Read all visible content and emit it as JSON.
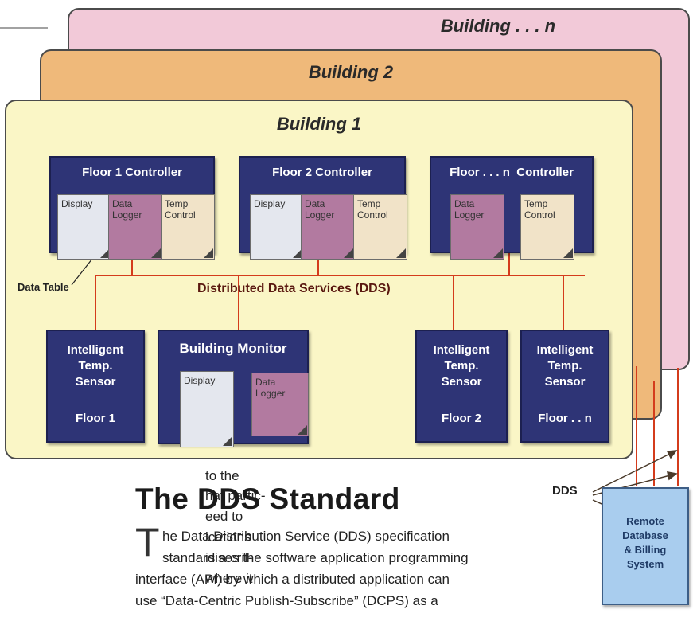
{
  "buildings": {
    "back_title": "Building . . . n",
    "middle_title": "Building 2",
    "front_title": "Building 1"
  },
  "colors": {
    "building_n": "#f2c9d8",
    "building_2": "#efb97a",
    "building_1": "#faf6c6",
    "node": "#2e3476",
    "dds_line": "#d43c1c",
    "remote_box": "#a9cdee"
  },
  "controllers": [
    {
      "title": "Floor 1 Controller",
      "docs": [
        "Display",
        "Data\nLogger",
        "Temp\nControl"
      ]
    },
    {
      "title": "Floor 2 Controller",
      "docs": [
        "Display",
        "Data\nLogger",
        "Temp\nControl"
      ]
    },
    {
      "title": "Floor . . . n  Controller",
      "docs": [
        "Data\nLogger",
        "Temp\nControl"
      ]
    }
  ],
  "data_table_label": "Data Table",
  "dds_bus_label": "Distributed Data Services (DDS)",
  "sensors": [
    {
      "lines": "Intelligent\nTemp.\nSensor",
      "floor": "Floor 1"
    },
    {
      "lines": "Intelligent\nTemp.\nSensor",
      "floor": "Floor 2"
    },
    {
      "lines": "Intelligent\nTemp.\nSensor",
      "floor": "Floor . . n"
    }
  ],
  "monitor": {
    "title": "Building Monitor",
    "docs": [
      "Display",
      "Data\nLogger"
    ]
  },
  "dds_arrow_label": "DDS",
  "remote_system": "Remote\nDatabase\n& Billing\nSystem",
  "article": {
    "heading": "The DDS Standard",
    "drop_cap": "T",
    "body_lines": [
      "he Data Distribution Service (DDS) specification",
      "standardises the software application programming",
      "interface (API) by which a distributed application can",
      "use “Data-Centric Publish-Subscribe” (DCPS) as a"
    ],
    "left_fragment_lines": [
      "to the",
      "hat partic-",
      "eed to",
      "ications",
      "is a crit-",
      "where it"
    ]
  }
}
